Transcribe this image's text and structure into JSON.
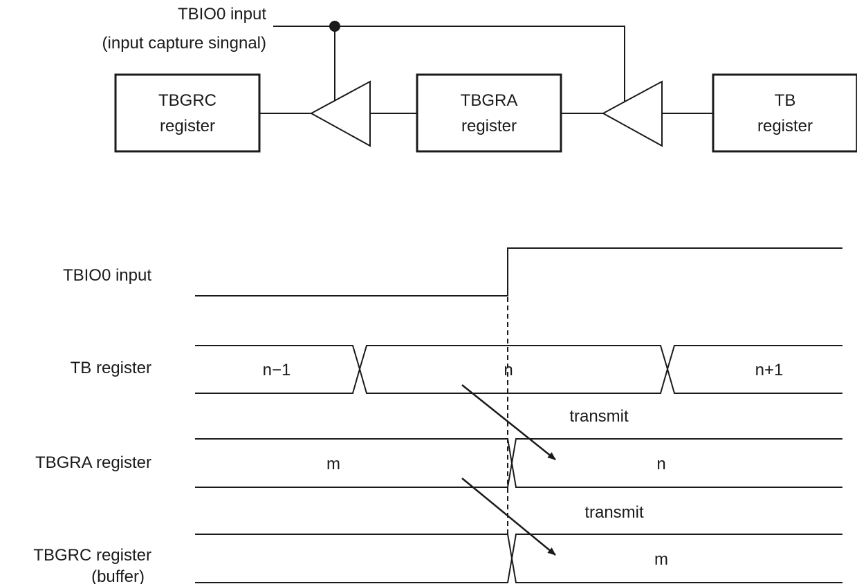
{
  "block_diagram": {
    "input_label_line1": "TBIO0 input",
    "input_label_line2": "(input capture singnal)",
    "boxes": {
      "tbgrc": [
        "TBGRC",
        "register"
      ],
      "tbgra": [
        "TBGRA",
        "register"
      ],
      "tb": [
        "TB",
        "register"
      ]
    }
  },
  "timing_diagram": {
    "rows": {
      "tbio0": "TBIO0 input",
      "tb": "TB register",
      "tbgra": "TBGRA register",
      "tbgrc_line1": "TBGRC register",
      "tbgrc_line2": "(buffer)"
    },
    "tb_values": [
      "n−1",
      "n",
      "n+1"
    ],
    "tbgra_values": [
      "m",
      "n"
    ],
    "tbgrc_values": [
      "m"
    ],
    "transfer_labels": [
      "transmit",
      "transmit"
    ]
  }
}
